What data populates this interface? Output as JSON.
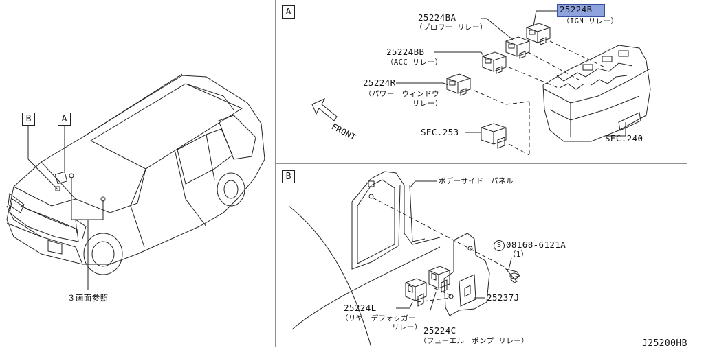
{
  "boxes": {
    "a": "A",
    "b": "B",
    "car_a": "A",
    "car_b": "B"
  },
  "car": {
    "ref_note": "３画面参照"
  },
  "section_a": {
    "front": "FRONT",
    "parts": [
      {
        "code": "25224B",
        "name": "（IGN リレー）"
      },
      {
        "code": "25224BA",
        "name": "（ブロワー リレー）"
      },
      {
        "code": "25224BB",
        "name": "（ACC リレー）"
      },
      {
        "code": "25224R",
        "name": "（パワー　ウィンドウ",
        "name2": "リレー）"
      },
      {
        "code": "SEC.253"
      },
      {
        "code": "SEC.240"
      }
    ]
  },
  "section_b": {
    "parts": [
      {
        "code": "",
        "name": "ボデーサイド　パネル"
      },
      {
        "code": "08168-6121A",
        "qty": "（1）",
        "symbol": "S"
      },
      {
        "code": "25237J"
      },
      {
        "code": "25224L",
        "name": "（リヤ　デフォッガー",
        "name2": "リレー）"
      },
      {
        "code": "25224C",
        "name": "（フューエル　ポンプ リレー）"
      }
    ]
  },
  "diagram_id": "J25200HB",
  "colors": {
    "highlight": "#8fa3de",
    "line": "#222222"
  }
}
